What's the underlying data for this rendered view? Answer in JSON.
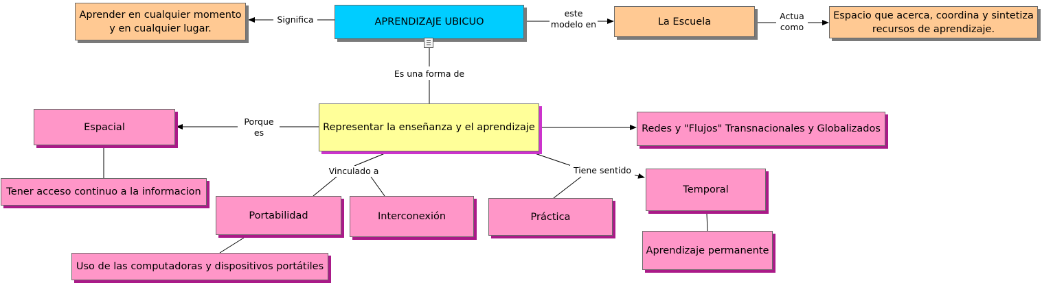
{
  "nodes": {
    "ubicuo": "APRENDIZAJE UBICUO",
    "aprender": "Aprender en cualquier momento y en cualquier lugar.",
    "escuela": "La Escuela",
    "espacio": "Espacio que acerca, coordina y sintetiza recursos de aprendizaje.",
    "representar": "Representar la enseñanza y el aprendizaje",
    "espacial": "Espacial",
    "redes": "Redes y \"Flujos\" Transnacionales y Globalizados",
    "tener": "Tener acceso continuo a la informacion",
    "portabilidad": "Portabilidad",
    "interconexion": "Interconexión",
    "practica": "Práctica",
    "temporal": "Temporal",
    "uso": "Uso de las computadoras y dispositivos portátiles",
    "permanente": "Aprendizaje permanente"
  },
  "links": {
    "significa": "Significa",
    "este_modelo": "este\nmodelo en",
    "actua_como": "Actua\ncomo",
    "es_una_forma": "Es una forma de",
    "porque_es": "Porque\nes",
    "vinculado": "Vinculado a",
    "tiene_sentido": "Tiene sentido"
  },
  "icons": {
    "note": "document-note-icon"
  },
  "colors": {
    "orange": "#ffc993",
    "blue": "#00cdff",
    "yellow": "#ffff99",
    "pink": "#ff96c8"
  }
}
